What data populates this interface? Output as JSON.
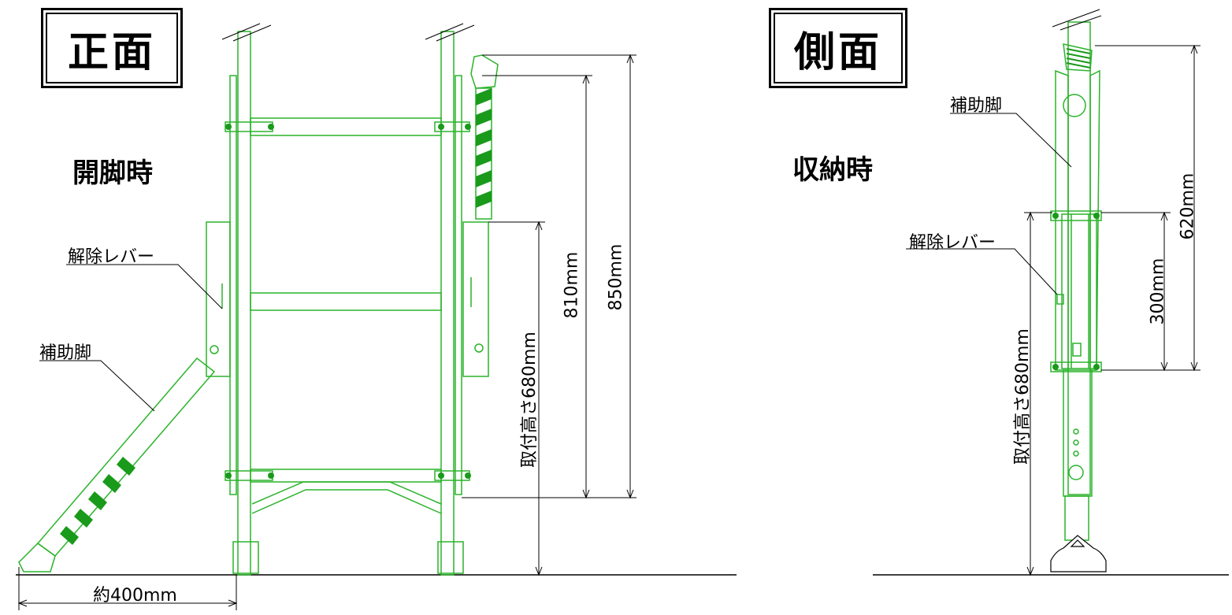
{
  "front": {
    "title": "正面",
    "state": "開脚時",
    "callout_lever": "解除レバー",
    "callout_leg": "補助脚",
    "dim_width": "約400mm",
    "dim_mount": "取付高さ680mm",
    "dim_810": "810mm",
    "dim_850": "850mm"
  },
  "side": {
    "title": "側面",
    "state": "収納時",
    "callout_leg": "補助脚",
    "callout_lever": "解除レバー",
    "dim_mount": "取付高さ680mm",
    "dim_300": "300mm",
    "dim_620": "620mm"
  },
  "colors": {
    "line_green": "#2bb32b",
    "stripe_green": "#1a9a1a",
    "ink": "#000000"
  }
}
